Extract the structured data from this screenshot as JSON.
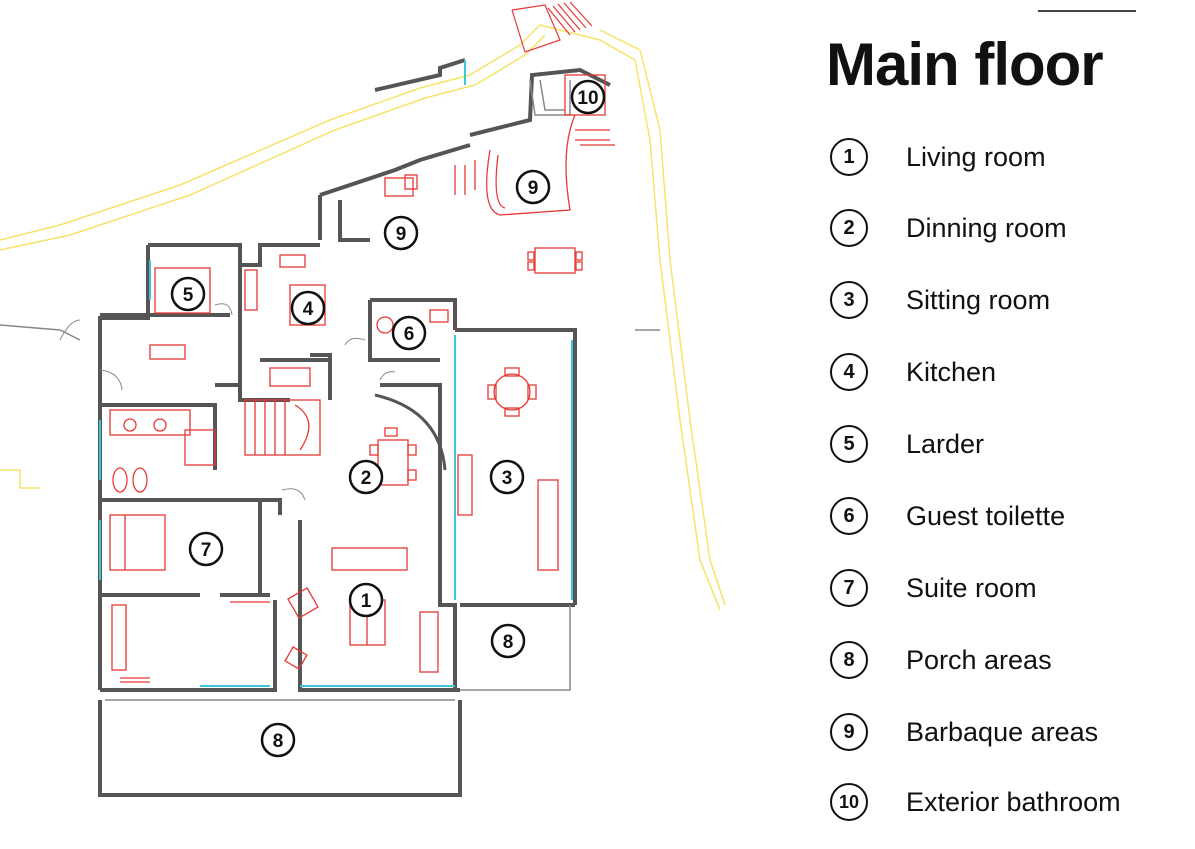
{
  "title": "Main floor",
  "colors": {
    "wall": "#555555",
    "furniture": "#e53935",
    "site": "#f5e46a",
    "glass": "#40c4d8",
    "ink": "#111111"
  },
  "legend": [
    {
      "number": "1",
      "label": "Living room"
    },
    {
      "number": "2",
      "label": "Dinning room"
    },
    {
      "number": "3",
      "label": "Sitting room"
    },
    {
      "number": "4",
      "label": "Kitchen"
    },
    {
      "number": "5",
      "label": "Larder"
    },
    {
      "number": "6",
      "label": "Guest toilette"
    },
    {
      "number": "7",
      "label": "Suite room"
    },
    {
      "number": "8",
      "label": "Porch areas"
    },
    {
      "number": "9",
      "label": "Barbaque areas"
    },
    {
      "number": "10",
      "label": "Exterior bathroom"
    }
  ],
  "plan_labels": [
    "1",
    "2",
    "3",
    "4",
    "5",
    "6",
    "7",
    "8",
    "8",
    "9",
    "9",
    "10"
  ]
}
